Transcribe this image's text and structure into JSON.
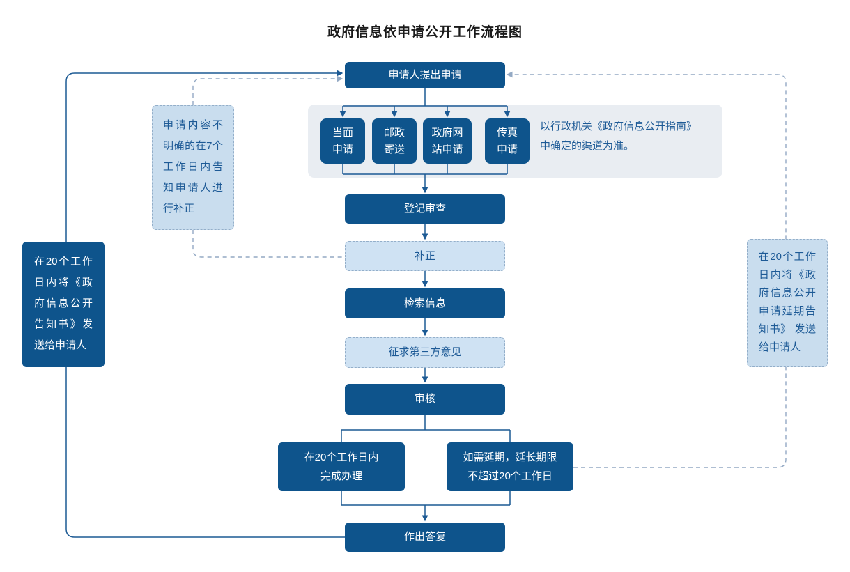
{
  "title": "政府信息依申请公开工作流程图",
  "flow": {
    "apply": "申请人提出申请",
    "register": "登记审查",
    "correction": "补正",
    "retrieve": "检索信息",
    "third_party": "征求第三方意见",
    "review": "审核",
    "complete": "在20个工作日内完成办理",
    "extend": "如需延期，延长期限不超过20个工作日",
    "reply": "作出答复"
  },
  "channels": [
    "当面申请",
    "邮政寄送",
    "政府网站申请",
    "传真申请"
  ],
  "channel_note": "以行政机关《政府信息公开指南》中确定的渠道为准。",
  "side_notes": {
    "correction": "申请内容不明确的在7个工作日内告知申请人进行补正",
    "reply_notice": "在20个工作日内将《政府信息公开告知书》发送给申请人",
    "extension_notice": "在20个工作日内将《政府信息公开申请延期告知书》 发送给申请人"
  },
  "colors": {
    "primary": "#0e548c",
    "light_fill": "#cfe2f3",
    "light_border": "#93aec9",
    "note_fill": "#c9ddee",
    "text_blue": "#1d5a96",
    "container": "#e9edf2",
    "solid_line": "#1c5a94",
    "dashed_line": "#93a9c4",
    "title_color": "#1a1a1a"
  }
}
